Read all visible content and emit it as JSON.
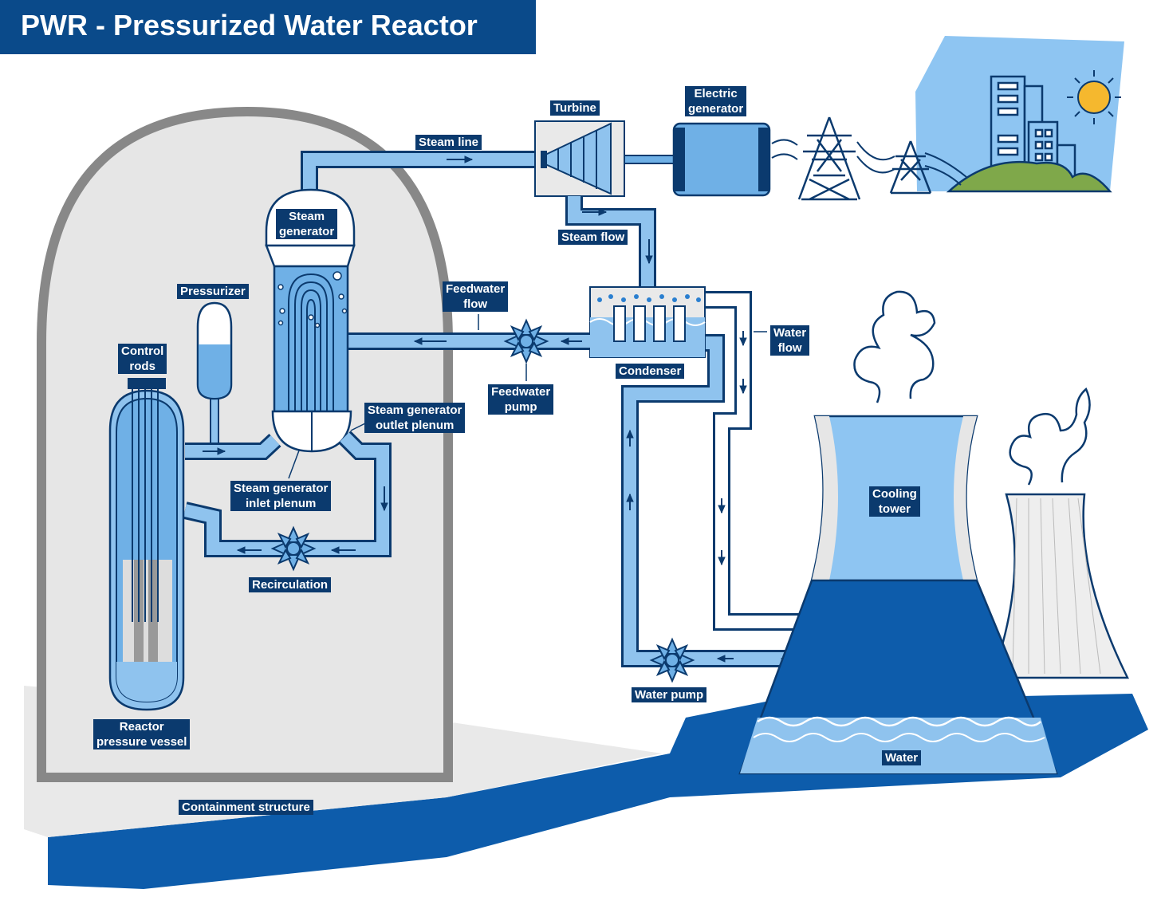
{
  "title": "PWR - Pressurized Water Reactor",
  "colors": {
    "header_bg": "#0a4a8a",
    "label_bg": "#0b3a6e",
    "outline": "#0b3a6e",
    "water_light": "#8fc3ee",
    "water_mid": "#6fb0e6",
    "water_dark": "#0d5cab",
    "containment_fill": "#e6e6e6",
    "containment_wall": "#888888",
    "sun": "#f5b82e",
    "sky": "#8ec5f2",
    "hill": "#7fa84a",
    "ground": "#0d5cab"
  },
  "labels": {
    "steam_line": "Steam line",
    "turbine": "Turbine",
    "electric_generator": [
      "Electric",
      "generator"
    ],
    "steam_generator": [
      "Steam",
      "generator"
    ],
    "steam_flow": "Steam flow",
    "pressurizer": "Pressurizer",
    "feedwater_flow": [
      "Feedwater",
      "flow"
    ],
    "control_rods": [
      "Control",
      "rods"
    ],
    "water_flow": [
      "Water",
      "flow"
    ],
    "condenser": "Condenser",
    "feedwater_pump": [
      "Feedwater",
      "pump"
    ],
    "sg_outlet_plenum": [
      "Steam generator",
      "outlet plenum"
    ],
    "sg_inlet_plenum": [
      "Steam generator",
      "inlet plenum"
    ],
    "cooling_tower": [
      "Cooling",
      "tower"
    ],
    "recirculation": "Recirculation",
    "water_pump": "Water pump",
    "reactor_pressure_vessel": [
      "Reactor",
      "pressure vessel"
    ],
    "water": "Water",
    "containment_structure": "Containment structure"
  },
  "icons": [
    "pump-icon",
    "turbine-icon",
    "generator-icon",
    "transmission-tower-icon",
    "city-icon",
    "sun-icon",
    "steam-plume-icon"
  ]
}
